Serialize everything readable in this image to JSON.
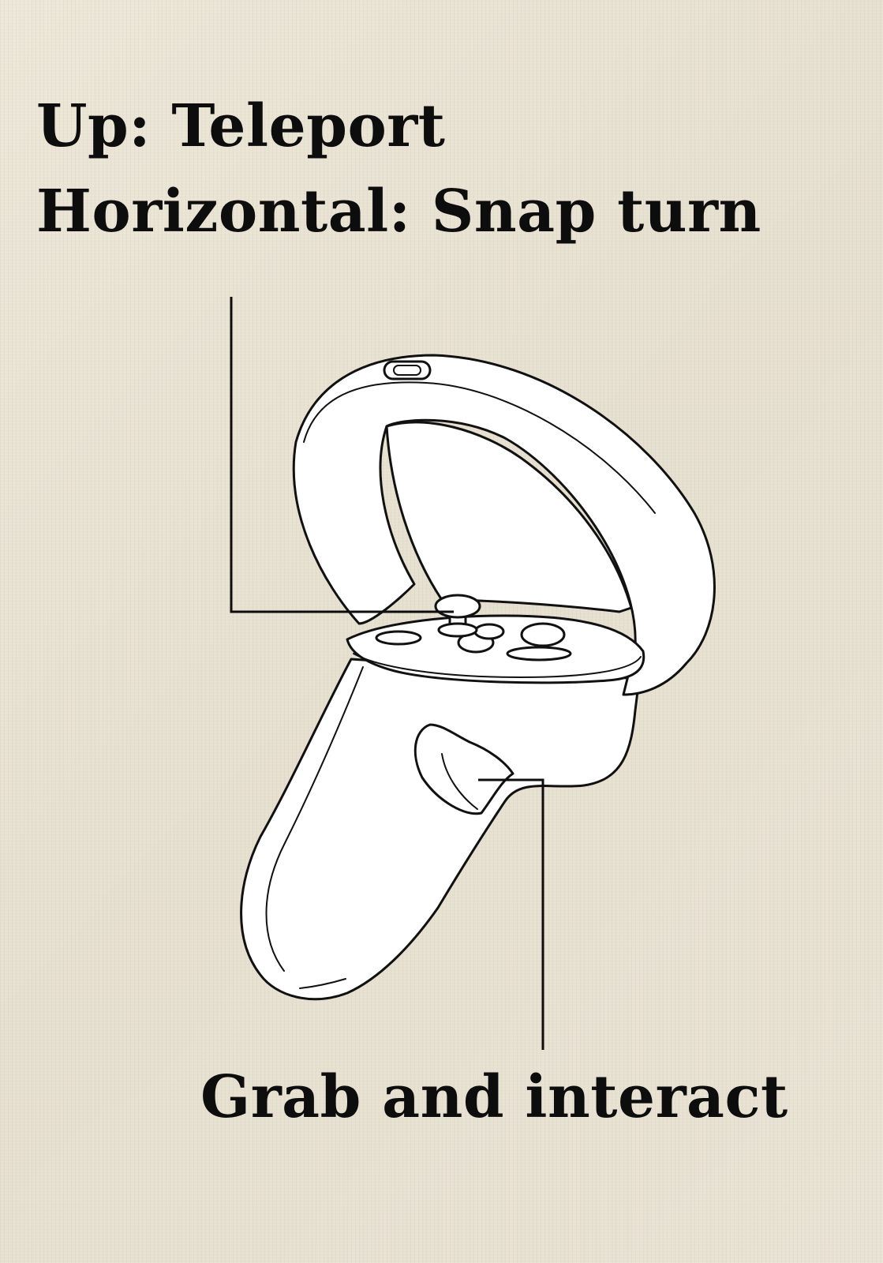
{
  "labels": {
    "thumbstick_line1": "Up: Teleport",
    "thumbstick_line2": "Horizontal: Snap turn",
    "grip": "Grab and interact"
  },
  "icons": {
    "controller": "vr-controller-icon"
  },
  "colors": {
    "background": "#e9e2d3",
    "ink": "#0d0d0d",
    "controller_fill": "#ffffff"
  }
}
